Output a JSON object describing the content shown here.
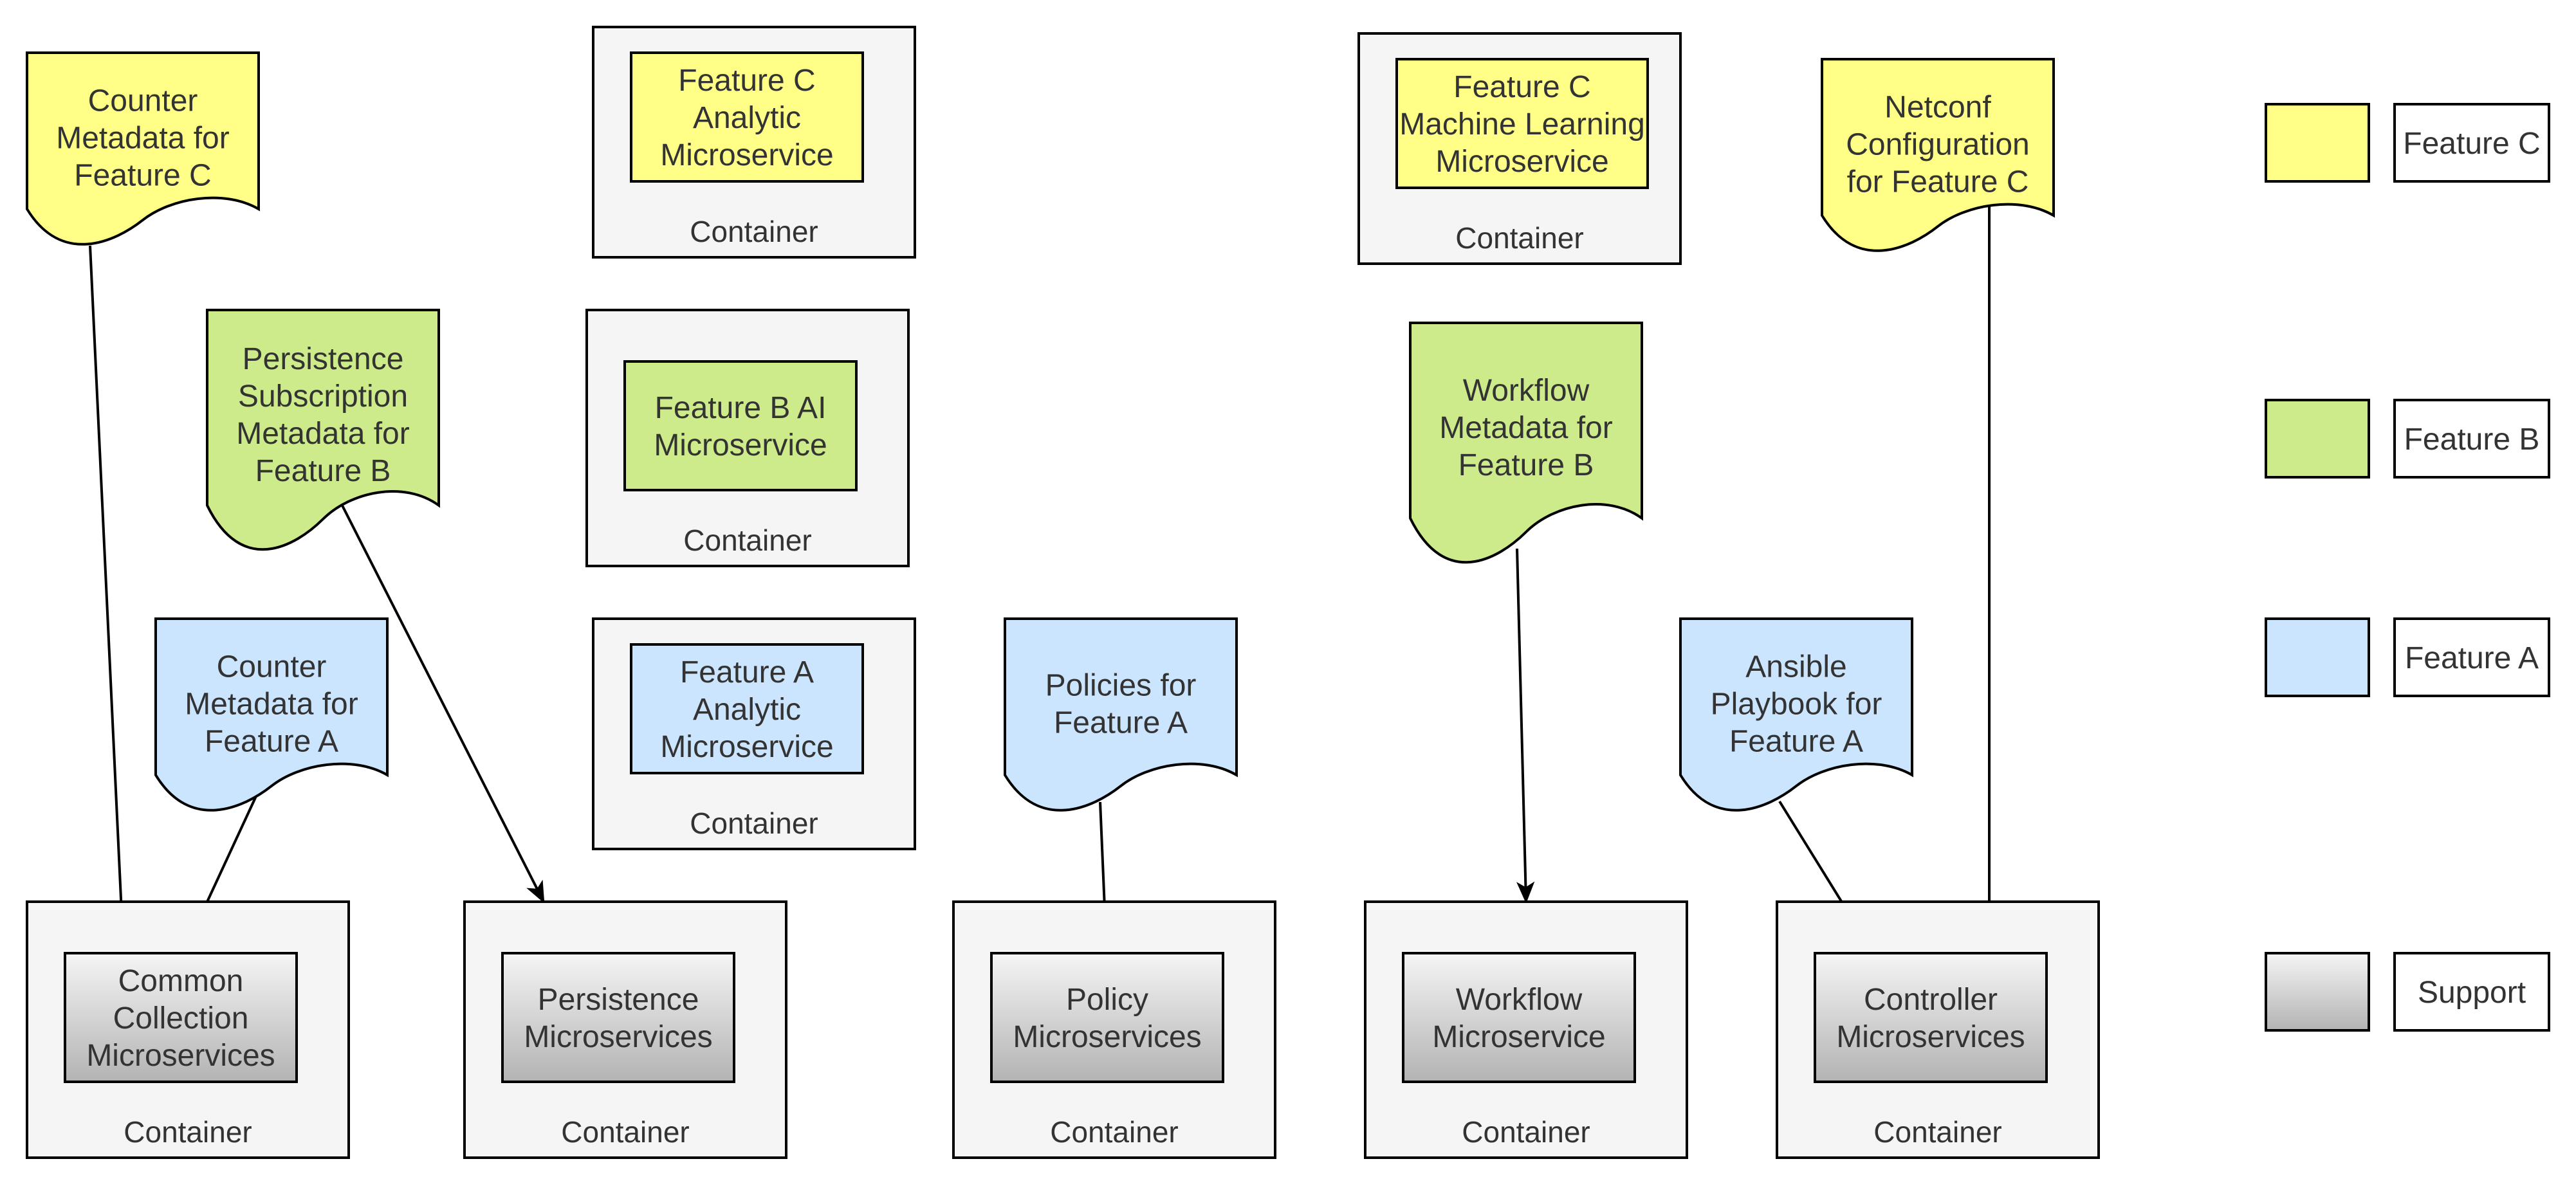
{
  "colors": {
    "feature_c": "#FFFF88",
    "feature_b": "#CDEB8B",
    "feature_a": "#CCE5FF",
    "container_fill": "#F5F5F5",
    "stroke": "#000000",
    "text": "#333333",
    "support_top": "#F5F5F5",
    "support_bottom": "#B3B3B3"
  },
  "container_caption": "Container",
  "containers": {
    "feature_c_analytic": {
      "label": [
        "Feature C",
        "Analytic",
        "Microservice"
      ],
      "feature": "feature_c"
    },
    "feature_c_ml": {
      "label": [
        "Feature C",
        "Machine Learning",
        "Microservice"
      ],
      "feature": "feature_c"
    },
    "feature_b_ai": {
      "label": [
        "Feature B AI",
        "Microservice"
      ],
      "feature": "feature_b"
    },
    "feature_a_analytic": {
      "label": [
        "Feature A",
        "Analytic",
        "Microservice"
      ],
      "feature": "feature_a"
    },
    "common_collection": {
      "label": [
        "Common",
        "Collection",
        "Microservices"
      ],
      "feature": "support"
    },
    "persistence": {
      "label": [
        "Persistence",
        "Microservices"
      ],
      "feature": "support"
    },
    "policy": {
      "label": [
        "Policy",
        "Microservices"
      ],
      "feature": "support"
    },
    "workflow": {
      "label": [
        "Workflow",
        "Microservice"
      ],
      "feature": "support"
    },
    "controller": {
      "label": [
        "Controller",
        "Microservices"
      ],
      "feature": "support"
    }
  },
  "documents": {
    "counter_c": {
      "label": [
        "Counter",
        "Metadata for",
        "Feature C"
      ],
      "feature": "feature_c"
    },
    "persistence_b": {
      "label": [
        "Persistence",
        "Subscription",
        "Metadata for",
        "Feature B"
      ],
      "feature": "feature_b"
    },
    "counter_a": {
      "label": [
        "Counter",
        "Metadata for",
        "Feature A"
      ],
      "feature": "feature_a"
    },
    "policies_a": {
      "label": [
        "Policies for",
        "Feature A"
      ],
      "feature": "feature_a"
    },
    "workflow_b": {
      "label": [
        "Workflow",
        "Metadata for",
        "Feature B"
      ],
      "feature": "feature_b"
    },
    "ansible_a": {
      "label": [
        "Ansible",
        "Playbook for",
        "Feature A"
      ],
      "feature": "feature_a"
    },
    "netconf_c": {
      "label": [
        "Netconf",
        "Configuration",
        "for Feature C"
      ],
      "feature": "feature_c"
    }
  },
  "connections": [
    {
      "from": "counter_c",
      "to": "common_collection"
    },
    {
      "from": "counter_a",
      "to": "common_collection"
    },
    {
      "from": "persistence_b",
      "to": "persistence"
    },
    {
      "from": "policies_a",
      "to": "policy"
    },
    {
      "from": "workflow_b",
      "to": "workflow"
    },
    {
      "from": "ansible_a",
      "to": "controller"
    },
    {
      "from": "netconf_c",
      "to": "controller"
    }
  ],
  "legend": [
    {
      "swatch": "feature_c",
      "label": "Feature C"
    },
    {
      "swatch": "feature_b",
      "label": "Feature B"
    },
    {
      "swatch": "feature_a",
      "label": "Feature A"
    },
    {
      "swatch": "support",
      "label": "Support"
    }
  ]
}
